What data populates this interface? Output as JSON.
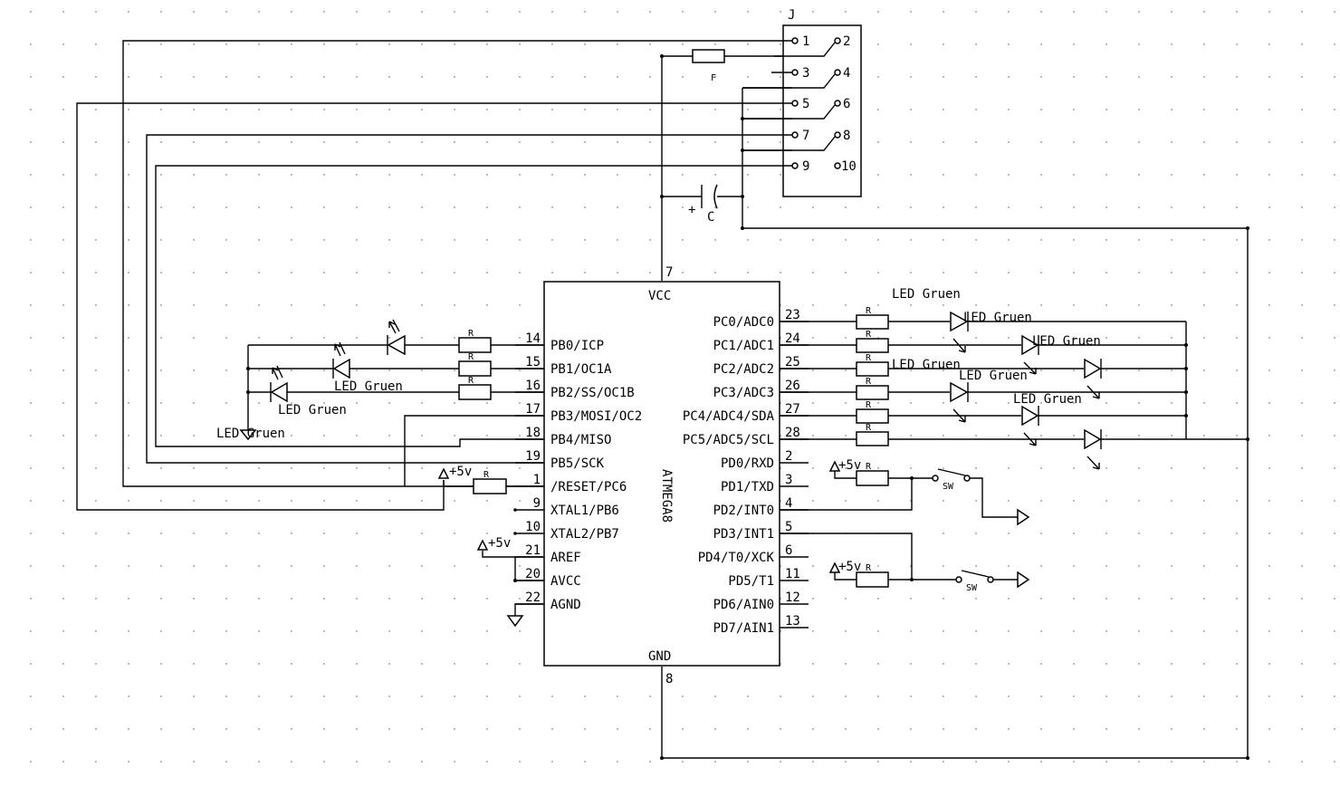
{
  "connector": {
    "ref": "J",
    "pins": [
      "1",
      "2",
      "3",
      "4",
      "5",
      "6",
      "7",
      "8",
      "9",
      "10"
    ]
  },
  "fuse": {
    "ref": "F"
  },
  "capacitor": {
    "ref": "C",
    "polarity": "+"
  },
  "mcu": {
    "name": "ATMEGA8",
    "vcc": "VCC",
    "gnd": "GND",
    "vcc_pin": "7",
    "gnd_pin": "8",
    "left_pins": [
      {
        "num": "14",
        "label": "PB0/ICP"
      },
      {
        "num": "15",
        "label": "PB1/OC1A"
      },
      {
        "num": "16",
        "label": "PB2/SS/OC1B"
      },
      {
        "num": "17",
        "label": "PB3/MOSI/OC2"
      },
      {
        "num": "18",
        "label": "PB4/MISO"
      },
      {
        "num": "19",
        "label": "PB5/SCK"
      },
      {
        "num": "1",
        "label": "/RESET/PC6"
      },
      {
        "num": "9",
        "label": "XTAL1/PB6"
      },
      {
        "num": "10",
        "label": "XTAL2/PB7"
      },
      {
        "num": "21",
        "label": "AREF"
      },
      {
        "num": "20",
        "label": "AVCC"
      },
      {
        "num": "22",
        "label": "AGND"
      }
    ],
    "right_pins": [
      {
        "num": "23",
        "label": "PC0/ADC0"
      },
      {
        "num": "24",
        "label": "PC1/ADC1"
      },
      {
        "num": "25",
        "label": "PC2/ADC2"
      },
      {
        "num": "26",
        "label": "PC3/ADC3"
      },
      {
        "num": "27",
        "label": "PC4/ADC4/SDA"
      },
      {
        "num": "28",
        "label": "PC5/ADC5/SCL"
      },
      {
        "num": "2",
        "label": "PD0/RXD"
      },
      {
        "num": "3",
        "label": "PD1/TXD"
      },
      {
        "num": "4",
        "label": "PD2/INT0"
      },
      {
        "num": "5",
        "label": "PD3/INT1"
      },
      {
        "num": "6",
        "label": "PD4/T0/XCK"
      },
      {
        "num": "11",
        "label": "PD5/T1"
      },
      {
        "num": "12",
        "label": "PD6/AIN0"
      },
      {
        "num": "13",
        "label": "PD7/AIN1"
      }
    ]
  },
  "resistor_ref": "R",
  "switch_ref": "SW",
  "supply_label": "+5v",
  "led_labels": {
    "left_1": "LED Gruen",
    "left_2": "LED Gruen",
    "left_3": "LED Gruen",
    "right_1": "LED Gruen",
    "right_2": "LED Gruen",
    "right_3": "LED Gruen",
    "right_4": "LED Gruen",
    "right_5": "LED Gruen",
    "right_6": "LED  Gruen"
  }
}
